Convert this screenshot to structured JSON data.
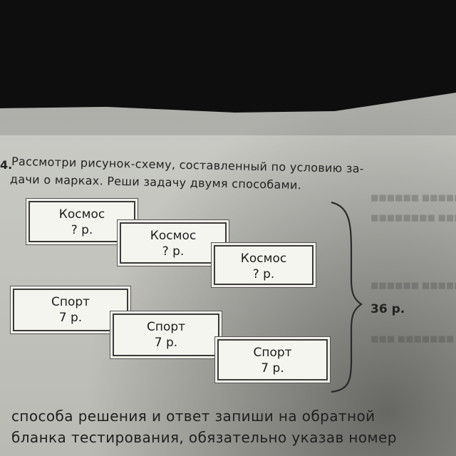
{
  "task": {
    "number": "4.",
    "line1": "Рассмотри рисунок-схему, составленный по условию за-",
    "line2": "дачи о марках. Реши задачу двумя способами."
  },
  "cards": [
    {
      "title": "Космос",
      "price": "? р."
    },
    {
      "title": "Космос",
      "price": "? р."
    },
    {
      "title": "Космос",
      "price": "? р."
    },
    {
      "title": "Спорт",
      "price": "7 р."
    },
    {
      "title": "Спорт",
      "price": "7 р."
    },
    {
      "title": "Спорт",
      "price": "7 р."
    }
  ],
  "total": "36 р.",
  "bottom": {
    "line1": "способа решения и ответ запиши на обратной",
    "line2": "бланка тестирования, обязательно указав номер"
  },
  "colors": {
    "paper": "#c8c9c3",
    "background": "#0e0e0e",
    "ink": "#222222"
  }
}
